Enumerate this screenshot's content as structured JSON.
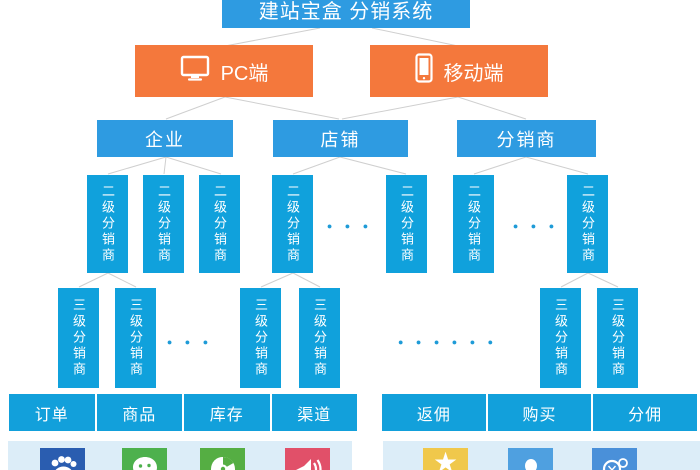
{
  "header": {
    "title": "建站宝盒 分销系统"
  },
  "platforms": {
    "pc": {
      "label": "PC端",
      "icon": "monitor-icon"
    },
    "mobile": {
      "label": "移动端",
      "icon": "smartphone-icon"
    }
  },
  "categories": {
    "enterprise": "企业",
    "shop": "店铺",
    "distributor": "分销商"
  },
  "levels": {
    "level2_label": "二级分销商",
    "level3_label": "三级分销商",
    "ellipsis3": "● ● ●",
    "ellipsis6": "● ● ● ● ● ●"
  },
  "bars": {
    "left": [
      "订单",
      "商品",
      "库存",
      "渠道"
    ],
    "right": [
      "返佣",
      "购买",
      "分佣"
    ]
  },
  "footer_icons": {
    "left": [
      "baidu-icon",
      "wechat-icon",
      "browser-360-icon",
      "megaphone-icon"
    ],
    "right": [
      "star-icon",
      "person-icon",
      "coins-icon"
    ],
    "star_glyph": "★"
  },
  "colors": {
    "blue_box": "#2E9BE1",
    "cyan_box": "#10A1DC",
    "orange_box": "#F4783C",
    "bar_blue": "#12A0DB",
    "strip_bg": "#DCEDF8",
    "connector_line": "#CFCFCF",
    "dot_blue": "#1E9BD7",
    "tile_baidu": "#2A5DB0",
    "tile_wechat": "#4DB14D",
    "tile_browser": "#55AE43",
    "tile_megaphone": "#E15069",
    "tile_star": "#F0C84B",
    "tile_person": "#4FA0E0",
    "tile_coins": "#4A90D9"
  }
}
